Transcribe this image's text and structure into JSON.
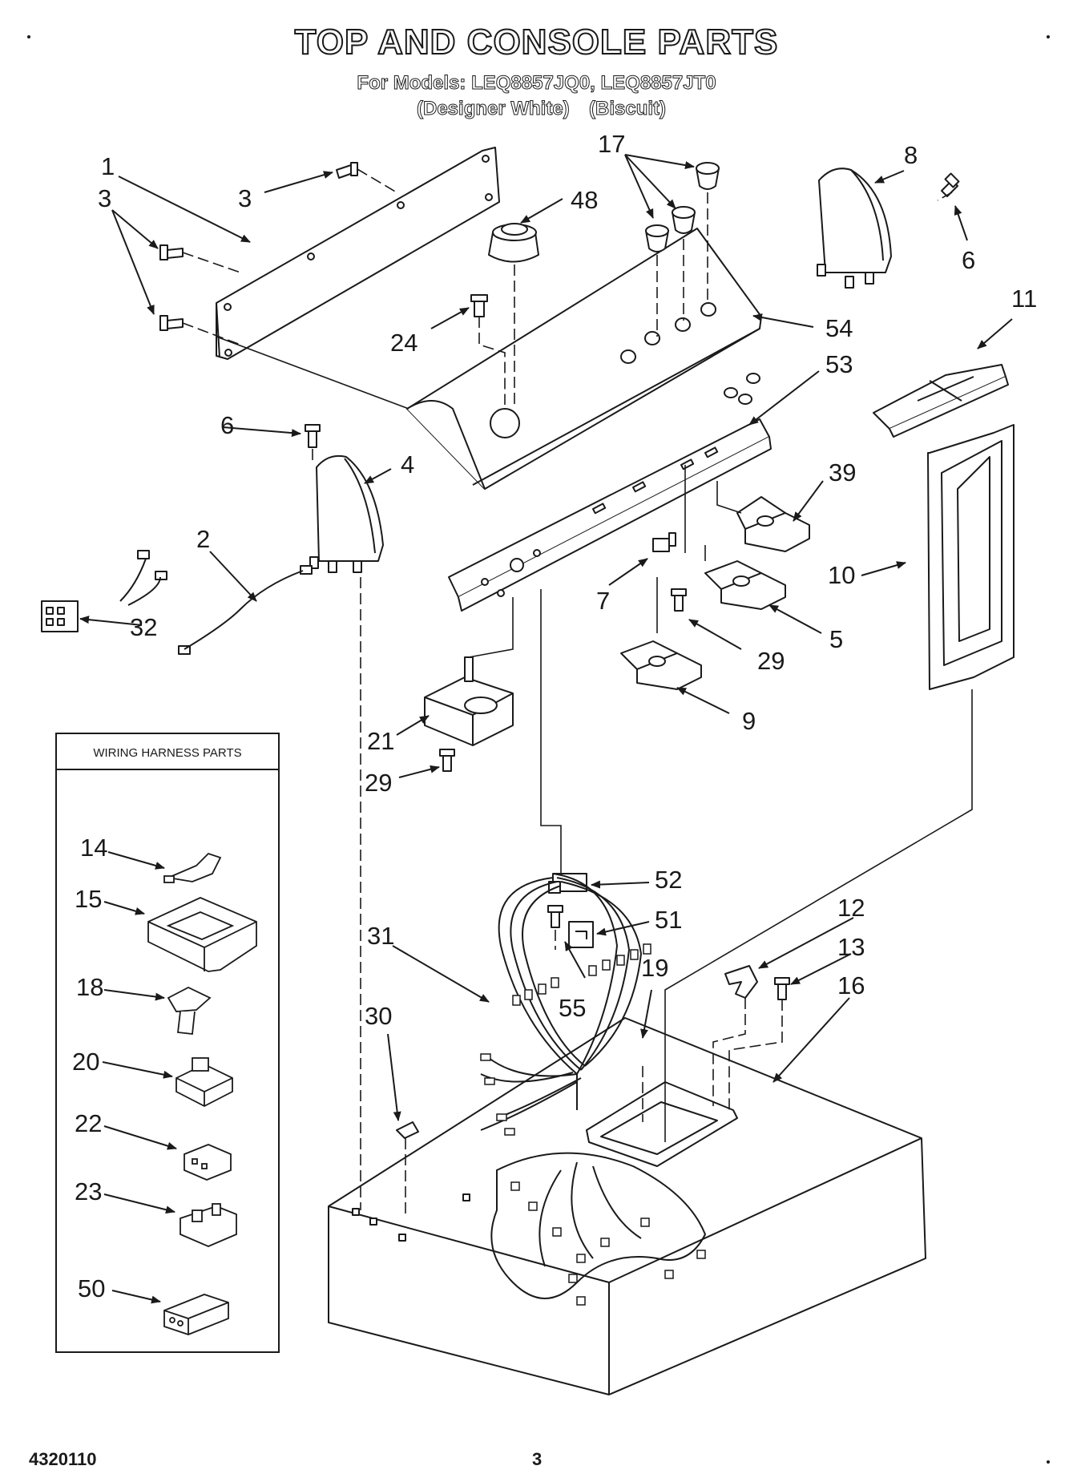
{
  "header": {
    "title": "TOP AND CONSOLE PARTS",
    "models": "For Models: LEQ8857JQ0, LEQ8857JT0",
    "color1": "(Designer White)",
    "color2": "(Biscuit)"
  },
  "wiring_box": {
    "title": "WIRING HARNESS PARTS"
  },
  "callouts": {
    "c1": "1",
    "c3a": "3",
    "c3b": "3",
    "c2": "2",
    "c4": "4",
    "c5": "5",
    "c6a": "6",
    "c6b": "6",
    "c7": "7",
    "c8": "8",
    "c9": "9",
    "c10": "10",
    "c11": "11",
    "c12": "12",
    "c13": "13",
    "c14": "14",
    "c15": "15",
    "c16": "16",
    "c17": "17",
    "c18": "18",
    "c19": "19",
    "c20": "20",
    "c21": "21",
    "c22": "22",
    "c23": "23",
    "c24": "24",
    "c29a": "29",
    "c29b": "29",
    "c30": "30",
    "c31": "31",
    "c32": "32",
    "c39": "39",
    "c48": "48",
    "c50": "50",
    "c51": "51",
    "c52": "52",
    "c53": "53",
    "c54": "54",
    "c55": "55"
  },
  "footer": {
    "doc_number": "4320110",
    "page_number": "3"
  }
}
